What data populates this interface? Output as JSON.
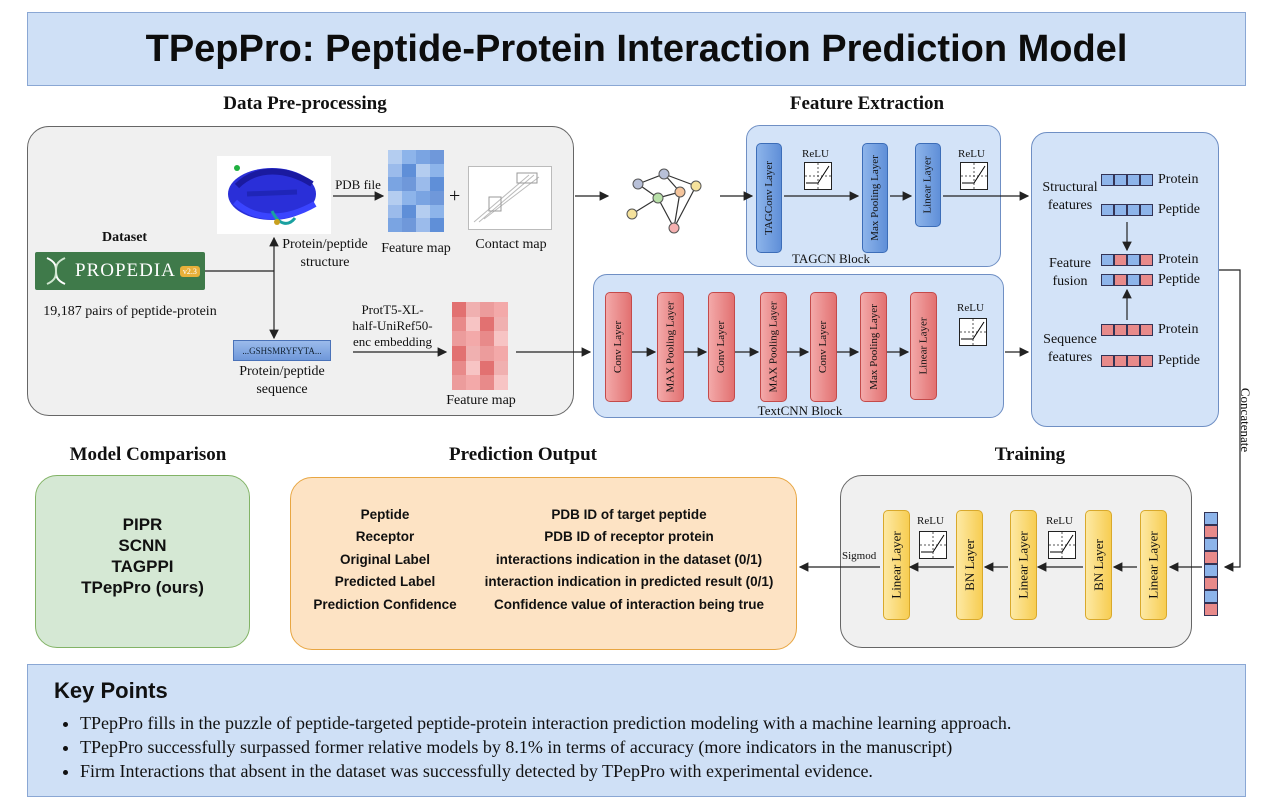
{
  "title": "TPepPro: Peptide-Protein Interaction Prediction Model",
  "sections": {
    "preprocessing": "Data Pre-processing",
    "feature_extraction": "Feature Extraction",
    "model_comparison": "Model Comparison",
    "prediction_output": "Prediction Output",
    "training": "Training",
    "key_points": "Key Points"
  },
  "preprocessing": {
    "dataset_label": "Dataset",
    "propedia_logo": "PROPEDIA",
    "propedia_version": "v2.3",
    "pairs": "19,187 pairs of peptide-protein",
    "pdb_file": "PDB file",
    "structure_label_1": "Protein/peptide",
    "structure_label_2": "structure",
    "feature_map_1": "Feature map",
    "contact_map": "Contact map",
    "plus": "+",
    "sequence_text": "...GSHSMRYFYTA...",
    "sequence_label_1": "Protein/peptide",
    "sequence_label_2": "sequence",
    "embedding_1": "ProtT5-XL-",
    "embedding_2": "half-UniRef50-",
    "embedding_3": "enc embedding",
    "feature_map_2": "Feature map"
  },
  "tagcn": {
    "layers": [
      "TAGConv Layer",
      "Max Pooling Layer",
      "Linear Layer"
    ],
    "relu": "ReLU",
    "block_label": "TAGCN Block"
  },
  "textcnn": {
    "layers": [
      "Conv Layer",
      "MAX Pooling Layer",
      "Conv Layer",
      "MAX Pooling Layer",
      "Conv Layer",
      "Max Pooling Layer",
      "Linear Layer"
    ],
    "relu": "ReLU",
    "block_label": "TextCNN Block"
  },
  "fusion": {
    "structural_1": "Structural",
    "structural_2": "features",
    "fusion_1": "Feature",
    "fusion_2": "fusion",
    "sequence_1": "Sequence",
    "sequence_2": "features",
    "protein": "Protein",
    "peptide": "Peptide"
  },
  "concatenate": "Concatenate",
  "training": {
    "layers": [
      "Linear Layer",
      "BN Layer",
      "Linear Layer",
      "BN Layer",
      "Linear Layer"
    ],
    "relu": "ReLU",
    "sigmod": "Sigmod"
  },
  "model_comparison": [
    "PIPR",
    "SCNN",
    "TAGPPI",
    "TPepPro (ours)"
  ],
  "prediction_output": [
    {
      "field": "Peptide",
      "desc": "PDB ID of target peptide"
    },
    {
      "field": "Receptor",
      "desc": "PDB ID of receptor protein"
    },
    {
      "field": "Original Label",
      "desc": "interactions indication in the dataset (0/1)"
    },
    {
      "field": "Predicted Label",
      "desc": "interaction indication in predicted result (0/1)"
    },
    {
      "field": "Prediction Confidence",
      "desc": "Confidence value of interaction being true"
    }
  ],
  "key_points": [
    "TPepPro fills in the puzzle of peptide-targeted peptide-protein interaction prediction modeling with a machine learning approach.",
    "TPepPro successfully surpassed former relative models by 8.1% in terms of accuracy (more indicators in the manuscript)",
    "Firm Interactions that absent in the dataset was successfully detected by TPepPro with experimental evidence."
  ],
  "colors": {
    "header_bg": "#cfe0f6",
    "block_blue": "#d3e3f8",
    "gray_panel": "#f0f0f0",
    "green_panel": "#d5e8d4",
    "orange_panel": "#fde3c4",
    "red": "#e27171",
    "blue": "#5f8fd8",
    "yellow": "#f7cd52"
  }
}
